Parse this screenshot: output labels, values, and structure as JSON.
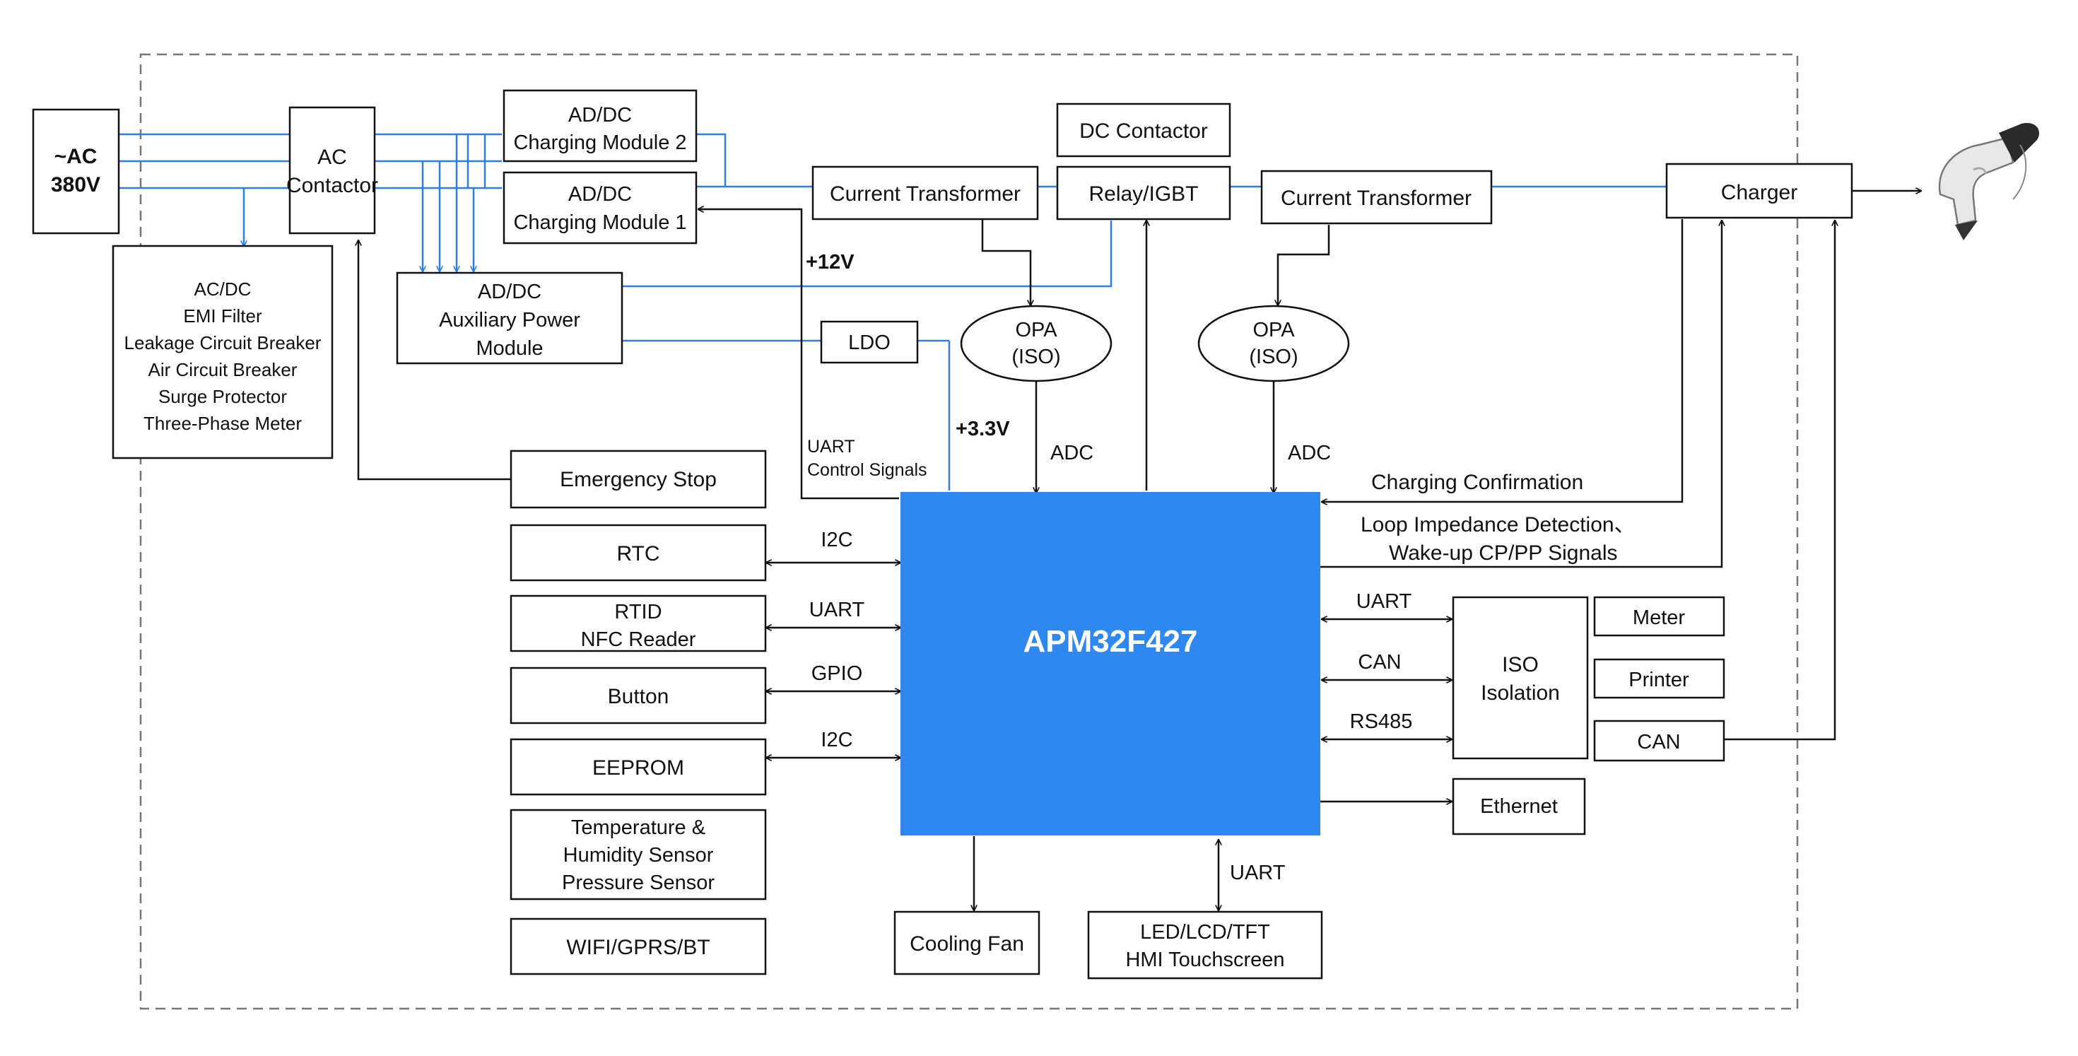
{
  "colors": {
    "mcu_fill": "#2f87f0",
    "power_line": "#2f7fe0",
    "signal_line": "#111111",
    "dashed_border": "#777777"
  },
  "blocks": {
    "ac_source": [
      "~AC",
      "380V"
    ],
    "ac_contactor": [
      "AC",
      "Contactor"
    ],
    "input_protection": [
      "AC/DC",
      "EMI Filter",
      "Leakage Circuit Breaker",
      "Air Circuit Breaker",
      "Surge Protector",
      "Three-Phase Meter"
    ],
    "charging_module_2": [
      "AD/DC",
      "Charging Module 2"
    ],
    "charging_module_1": [
      "AD/DC",
      "Charging Module 1"
    ],
    "aux_power": [
      "AD/DC",
      "Auxiliary Power",
      "Module"
    ],
    "ldo": "LDO",
    "current_transformer_1": "Current Transformer",
    "dc_contactor": "DC Contactor",
    "relay_igbt": "Relay/IGBT",
    "current_transformer_2": "Current Transformer",
    "charger": "Charger",
    "opa_1": [
      "OPA",
      "(ISO)"
    ],
    "opa_2": [
      "OPA",
      "(ISO)"
    ],
    "emergency_stop": "Emergency Stop",
    "rtc": "RTC",
    "rfid": [
      "RTID",
      "NFC Reader"
    ],
    "button": "Button",
    "eeprom": "EEPROM",
    "sensors": [
      "Temperature &",
      "Humidity Sensor",
      "Pressure Sensor"
    ],
    "wireless": "WIFI/GPRS/BT",
    "mcu": "APM32F427",
    "cooling_fan": "Cooling Fan",
    "hmi": [
      "LED/LCD/TFT",
      "HMI Touchscreen"
    ],
    "iso_isolation": [
      "ISO",
      "Isolation"
    ],
    "meter": "Meter",
    "printer": "Printer",
    "can": "CAN",
    "ethernet": "Ethernet"
  },
  "labels": {
    "plus_12v": "+12V",
    "plus_3v3": "+3.3V",
    "uart_control": [
      "UART",
      "Control Signals"
    ],
    "adc_1": "ADC",
    "adc_2": "ADC",
    "charging_confirmation": "Charging Confirmation",
    "loop_impedance": [
      "Loop Impedance Detection、",
      "Wake-up CP/PP Signals"
    ],
    "rtc_bus": "I2C",
    "rfid_bus": "UART",
    "button_bus": "GPIO",
    "eeprom_bus": "I2C",
    "iso_uart": "UART",
    "iso_can": "CAN",
    "iso_rs485": "RS485",
    "hmi_bus": "UART"
  }
}
